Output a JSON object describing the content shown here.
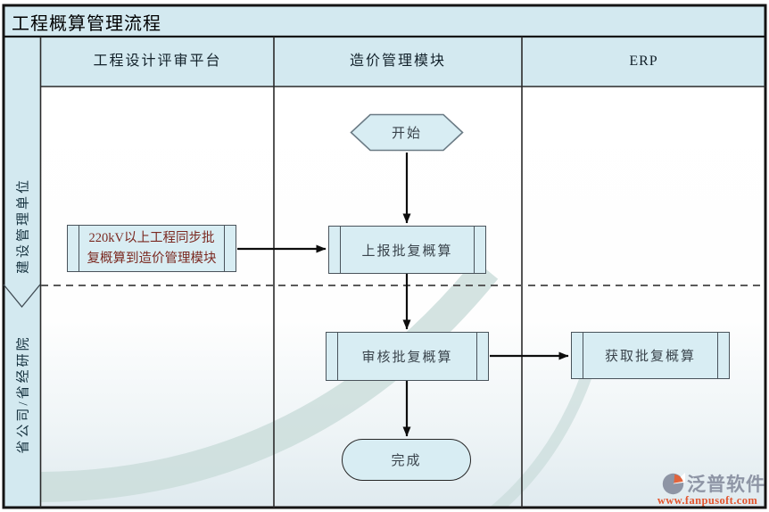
{
  "title": "工程概算管理流程",
  "swimlanes": {
    "columns": [
      "工程设计评审平台",
      "造价管理模块",
      "ERP"
    ],
    "rows": [
      "建设管理单位",
      "省公司/省经研院"
    ]
  },
  "nodes": {
    "start": "开始",
    "sync": "220kV以上工程同步批复概算到造价管理模块",
    "report": "上报批复概算",
    "review": "审核批复概算",
    "fetch": "获取批复概算",
    "finish": "完成"
  },
  "watermark": {
    "brand": "泛普软件",
    "url": "www.fanpusoft.com"
  },
  "colors": {
    "lane_fill": "#d3e9f0",
    "node_fill": "#d8edf3",
    "node_border": "#49535b",
    "sync_text": "#7b2a22",
    "swoosh": "#c9dcda",
    "watermark_gray": "#8e95a5",
    "watermark_orange": "#e2552e"
  }
}
